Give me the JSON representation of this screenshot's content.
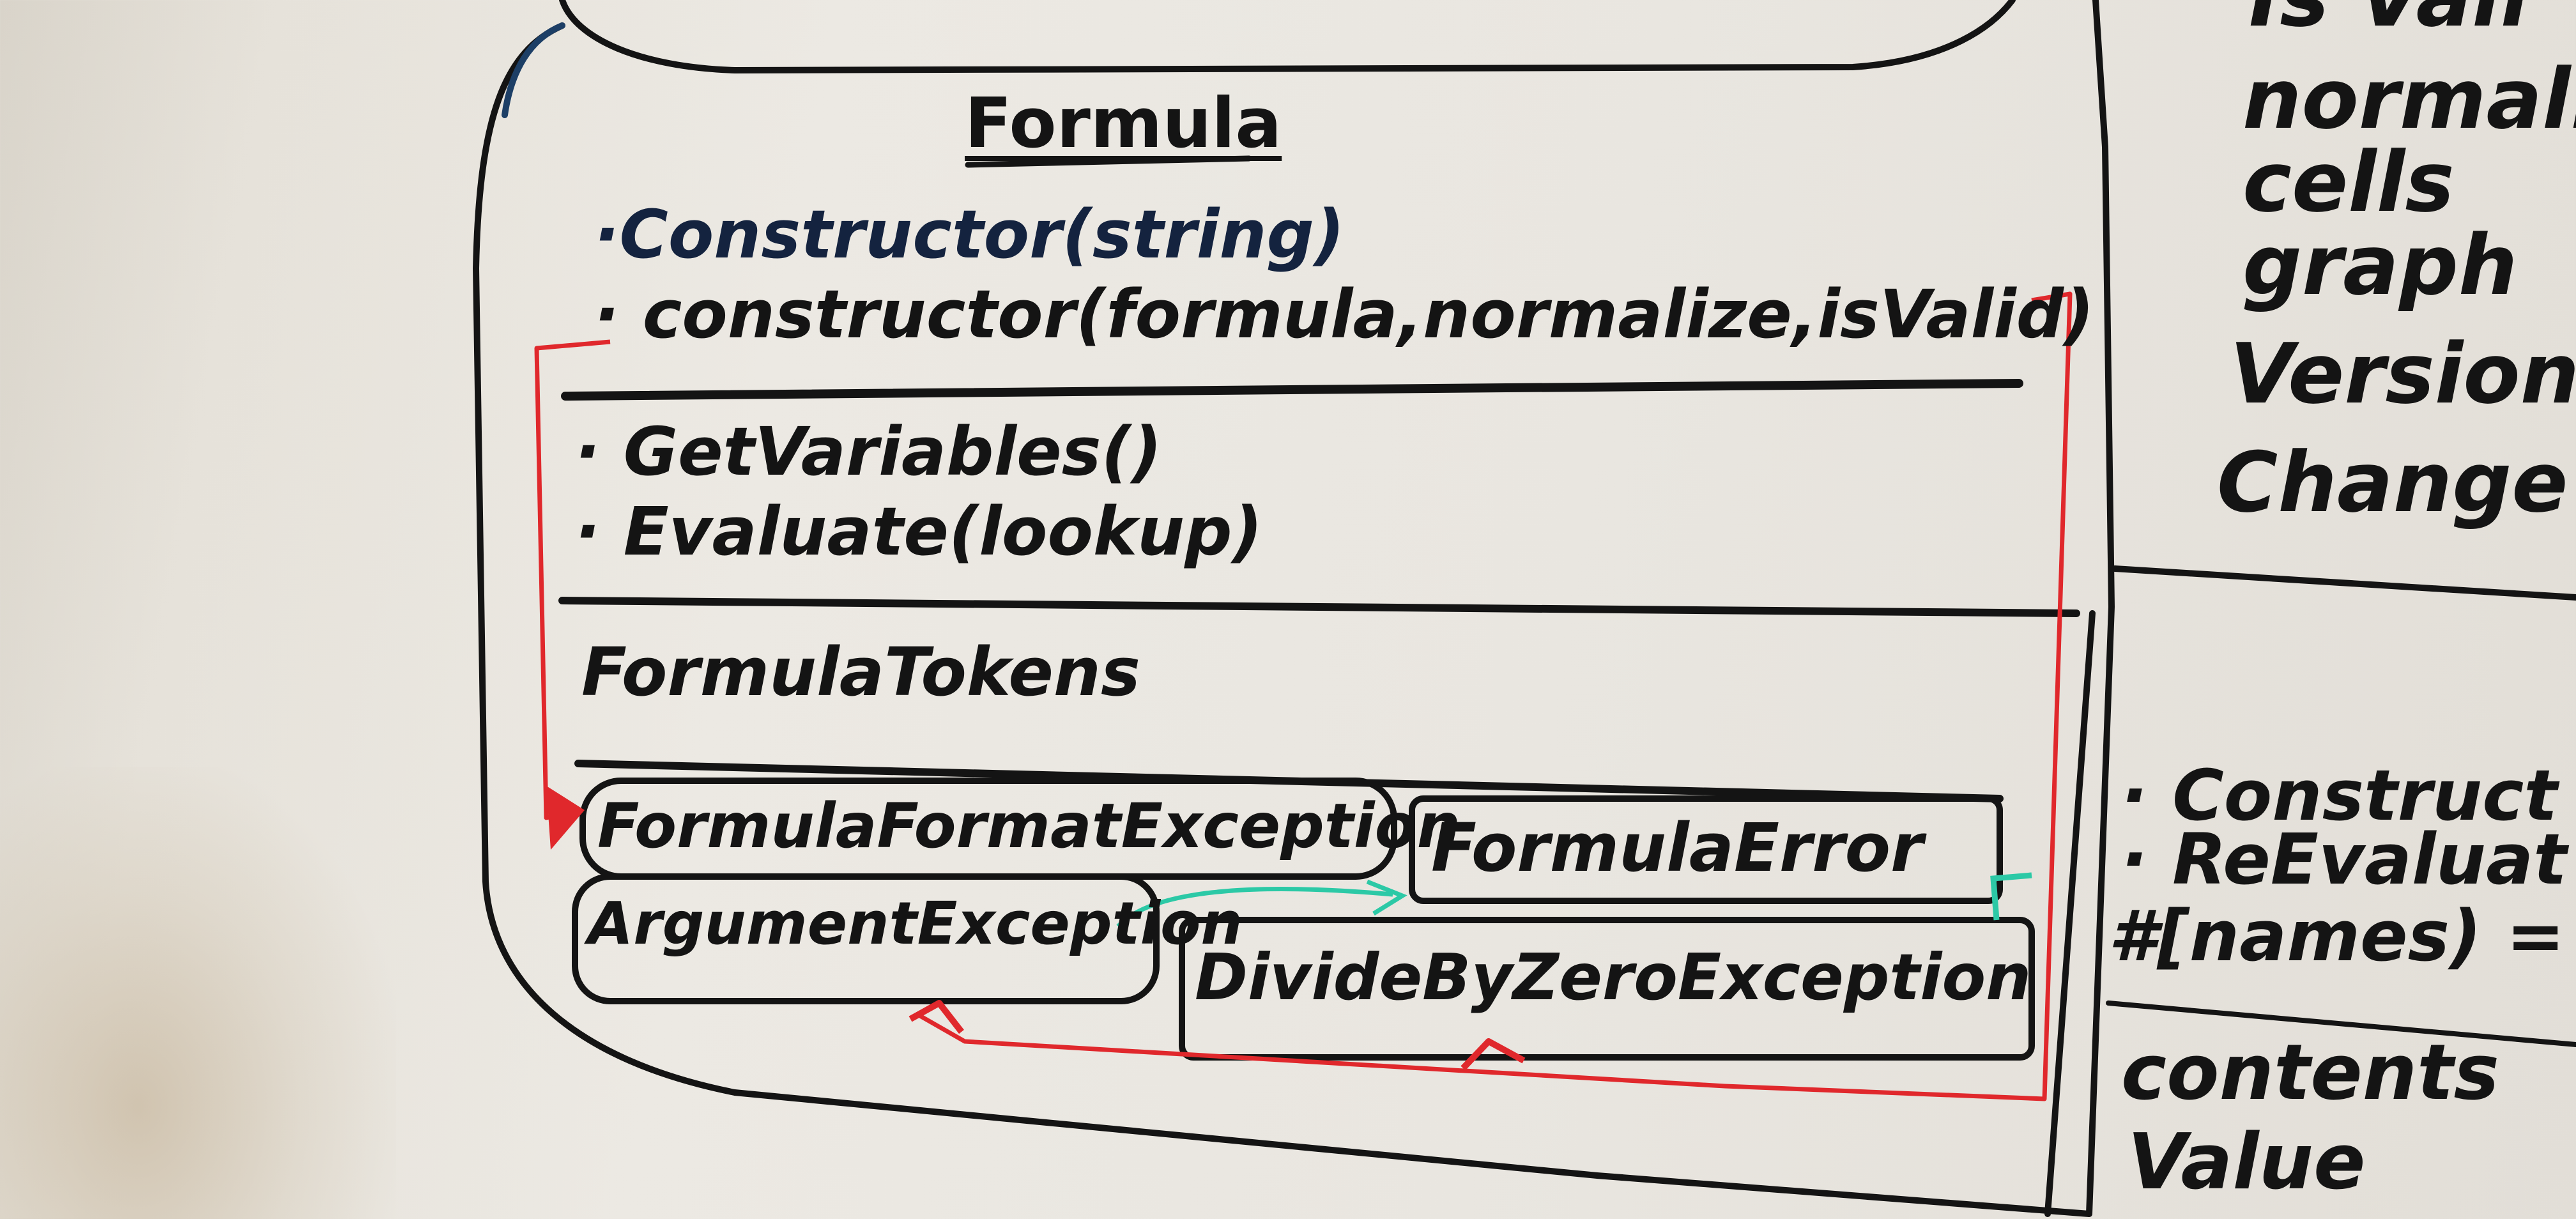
{
  "main_box": {
    "title": "Formula",
    "constructors": [
      "·Constructor(string)",
      "· constructor(formula,normalize,isValid)"
    ],
    "methods": [
      "· GetVariables()",
      "· Evaluate(lookup)"
    ],
    "fields_label": "FormulaTokens",
    "exceptions": {
      "format_exception": "FormulaFormatException",
      "formula_error": "FormulaError",
      "argument_exception": "ArgumentException",
      "divide_by_zero": "DivideByZeroException"
    }
  },
  "right_box_top": {
    "lines": [
      "Is Vali",
      "normali",
      "cells",
      "graph",
      "Version",
      "Change"
    ]
  },
  "right_box_bottom": {
    "lines": [
      "· Construct",
      "· ReEvaluat",
      "#[names) ="
    ],
    "lower_lines": [
      "contents",
      "Value"
    ]
  },
  "colors": {
    "marker_black": "#141414",
    "marker_red": "#e0282c",
    "marker_teal": "#2cc9a6",
    "marker_blue": "#1d3f66",
    "board": "#e9e6e0"
  },
  "icons": {
    "arrow_heads": "red-arrow-icon",
    "teal_arrows": "teal-arrow-icon"
  }
}
